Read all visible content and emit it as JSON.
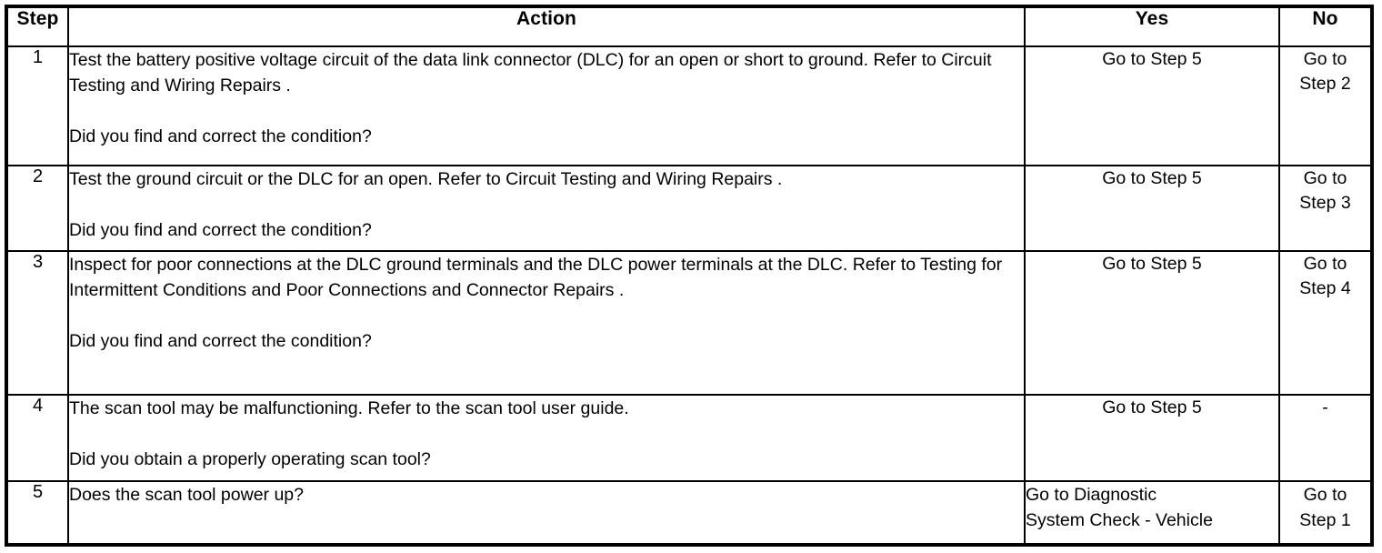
{
  "table": {
    "headers": {
      "step": "Step",
      "action": "Action",
      "yes": "Yes",
      "no": "No"
    },
    "rows": [
      {
        "step": "1",
        "action_p1": "Test the battery positive voltage circuit of the data link connector (DLC) for an open or short to ground. Refer to Circuit Testing and Wiring Repairs .",
        "action_p2": "Did you find and correct the condition?",
        "yes": "Go to Step 5",
        "no_line1": "Go to",
        "no_line2": "Step 2"
      },
      {
        "step": "2",
        "action_p1": "Test the ground circuit or the DLC for an open. Refer to Circuit Testing and Wiring Repairs .",
        "action_p2": "Did you find and correct the condition?",
        "yes": "Go to Step 5",
        "no_line1": "Go to",
        "no_line2": "Step 3"
      },
      {
        "step": "3",
        "action_p1": "Inspect for poor connections at the DLC ground terminals and the DLC power terminals at the DLC. Refer to Testing for Intermittent Conditions and Poor Connections and Connector Repairs .",
        "action_p2": "Did you find and correct the condition?",
        "yes": "Go to Step 5",
        "no_line1": "Go to",
        "no_line2": "Step 4"
      },
      {
        "step": "4",
        "action_p1": "The scan tool may be malfunctioning. Refer to the scan tool user guide.",
        "action_p2": "Did you obtain a properly operating scan tool?",
        "yes": "Go to Step 5",
        "no_line1": "-",
        "no_line2": ""
      },
      {
        "step": "5",
        "action_p1": "Does the scan tool power up?",
        "action_p2": "",
        "yes_line1": "Go to Diagnostic",
        "yes_line2": "System Check - Vehicle",
        "no_line1": "Go to",
        "no_line2": "Step 1"
      }
    ]
  },
  "colors": {
    "border": "#000000",
    "text": "#000000",
    "background": "#ffffff"
  }
}
